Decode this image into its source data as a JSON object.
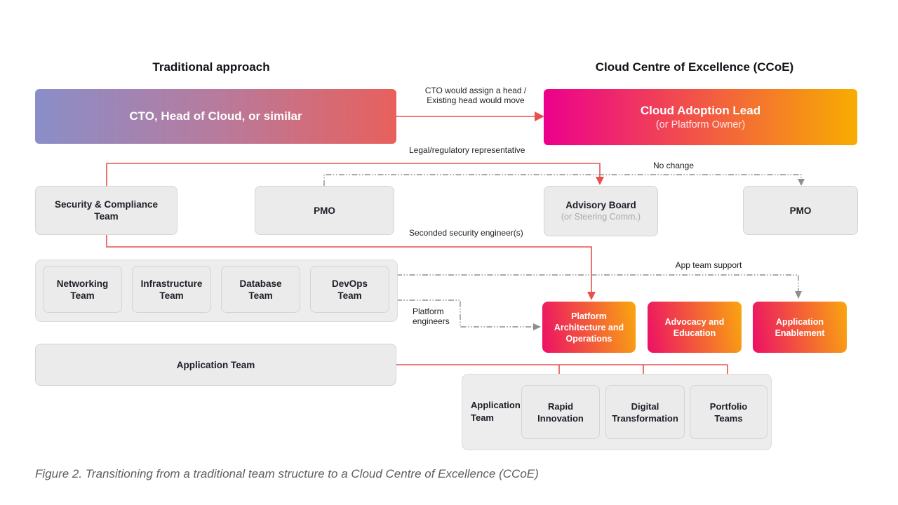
{
  "headers": {
    "left": "Traditional approach",
    "right": "Cloud Centre of Excellence (CCoE)"
  },
  "traditional": {
    "cto_box": "CTO, Head of Cloud, or similar",
    "security_team": "Security & Compliance Team",
    "pmo": "PMO",
    "teams": [
      "Networking Team",
      "Infrastructure Team",
      "Database Team",
      "DevOps Team"
    ],
    "application_team": "Application Team"
  },
  "ccoe": {
    "lead_title": "Cloud Adoption Lead",
    "lead_subtitle": "(or Platform Owner)",
    "advisory_title": "Advisory Board",
    "advisory_subtitle": "(or Steering Comm.)",
    "pmo": "PMO",
    "pillars": [
      "Platform Architecture and Operations",
      "Advocacy and Education",
      "Application Enablement"
    ],
    "app_group_label": "Application Team",
    "app_teams": [
      "Rapid Innovation",
      "Digital Transformation",
      "Portfolio Teams"
    ]
  },
  "connector_labels": {
    "assign_head": "CTO would assign a head /\nExisting head would move",
    "legal": "Legal/regulatory representative",
    "no_change": "No change",
    "seconded": "Seconded security engineer(s)",
    "platform_engineers": "Platform\nengineers",
    "app_team_support": "App team support"
  },
  "caption": "Figure 2. Transitioning from a traditional team structure to a Cloud Centre of Excellence (CCoE)",
  "colors": {
    "red_connector": "#e8504b",
    "gray_connector": "#8e8e8e",
    "cto_gradient_start": "#8a8ec9",
    "cto_gradient_end": "#e8605c",
    "ccoe_gradient_start": "#ec008c",
    "ccoe_gradient_end": "#f8ad00",
    "gray_box_fill": "#ebebeb"
  }
}
